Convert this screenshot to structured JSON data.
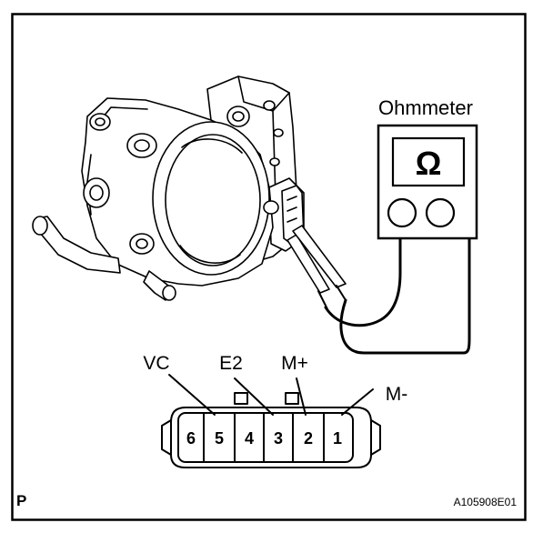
{
  "meter": {
    "title": "Ohmmeter",
    "symbol": "Ω"
  },
  "connector": {
    "callouts": [
      "VC",
      "E2",
      "M+",
      "M-"
    ],
    "pins": [
      "6",
      "5",
      "4",
      "3",
      "2",
      "1"
    ]
  },
  "corner_mark": "P",
  "figure_id": "A105908E01"
}
